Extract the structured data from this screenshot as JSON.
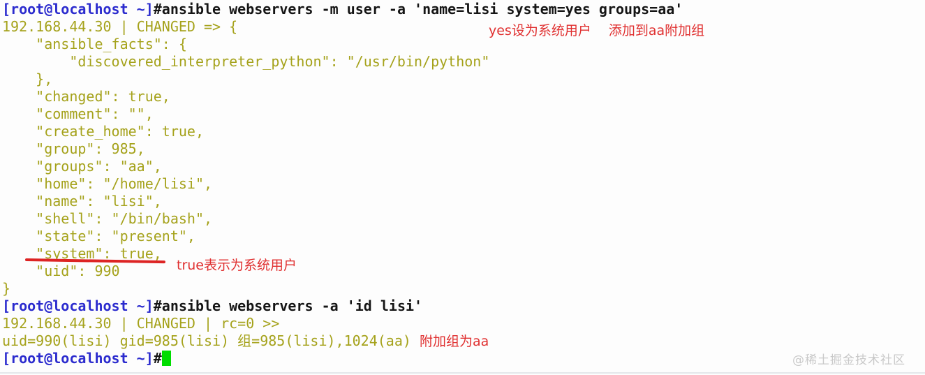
{
  "terminal": {
    "lines": [
      {
        "segments": [
          {
            "type": "prompt",
            "text": "[root@localhost ~]"
          },
          {
            "type": "command",
            "text": "#ansible webservers -m user -a 'name=lisi system=yes groups=aa'"
          }
        ]
      },
      {
        "segments": [
          {
            "type": "output",
            "text": "192.168.44.30 | CHANGED => {"
          }
        ]
      },
      {
        "segments": [
          {
            "type": "output",
            "text": "    \"ansible_facts\": {"
          }
        ]
      },
      {
        "segments": [
          {
            "type": "output",
            "text": "        \"discovered_interpreter_python\": \"/usr/bin/python\""
          }
        ]
      },
      {
        "segments": [
          {
            "type": "output",
            "text": "    },"
          }
        ]
      },
      {
        "segments": [
          {
            "type": "output",
            "text": "    \"changed\": true,"
          }
        ]
      },
      {
        "segments": [
          {
            "type": "output",
            "text": "    \"comment\": \"\","
          }
        ]
      },
      {
        "segments": [
          {
            "type": "output",
            "text": "    \"create_home\": true,"
          }
        ]
      },
      {
        "segments": [
          {
            "type": "output",
            "text": "    \"group\": 985,"
          }
        ]
      },
      {
        "segments": [
          {
            "type": "output",
            "text": "    \"groups\": \"aa\","
          }
        ]
      },
      {
        "segments": [
          {
            "type": "output",
            "text": "    \"home\": \"/home/lisi\","
          }
        ]
      },
      {
        "segments": [
          {
            "type": "output",
            "text": "    \"name\": \"lisi\","
          }
        ]
      },
      {
        "segments": [
          {
            "type": "output",
            "text": "    \"shell\": \"/bin/bash\","
          }
        ]
      },
      {
        "segments": [
          {
            "type": "output",
            "text": "    \"state\": \"present\","
          }
        ]
      },
      {
        "segments": [
          {
            "type": "output",
            "text": "    \"system\": true,"
          }
        ]
      },
      {
        "segments": [
          {
            "type": "output",
            "text": "    \"uid\": 990"
          }
        ]
      },
      {
        "segments": [
          {
            "type": "output",
            "text": "}"
          }
        ]
      },
      {
        "segments": [
          {
            "type": "prompt",
            "text": "[root@localhost ~]"
          },
          {
            "type": "command",
            "text": "#ansible webservers -a 'id lisi'"
          }
        ]
      },
      {
        "segments": [
          {
            "type": "output",
            "text": "192.168.44.30 | CHANGED | rc=0 >>"
          }
        ]
      },
      {
        "segments": [
          {
            "type": "output",
            "text": "uid=990(lisi) gid=985(lisi) 组=985(lisi),1024(aa) "
          },
          {
            "type": "annotation",
            "text": "附加组为aa"
          }
        ]
      },
      {
        "segments": [
          {
            "type": "prompt",
            "text": "[root@localhost ~]"
          },
          {
            "type": "command",
            "text": "#"
          }
        ],
        "cursor": true
      }
    ]
  },
  "annotations": {
    "top_note": "yes设为系统用户　 添加到aa附加组",
    "system_note": "true表示为系统用户",
    "inline_groups_note": "附加组为aa"
  },
  "watermark": "@稀土掘金技术社区",
  "colors": {
    "prompt_blue": "#2b2bce",
    "command_black": "#151515",
    "output_olive": "#a5a21b",
    "annotation_red": "#e03030",
    "underline_red": "#dd2424",
    "cursor_green": "#00dd00",
    "watermark_gray": "#c9c9c9",
    "background": "#fdfdfd"
  }
}
